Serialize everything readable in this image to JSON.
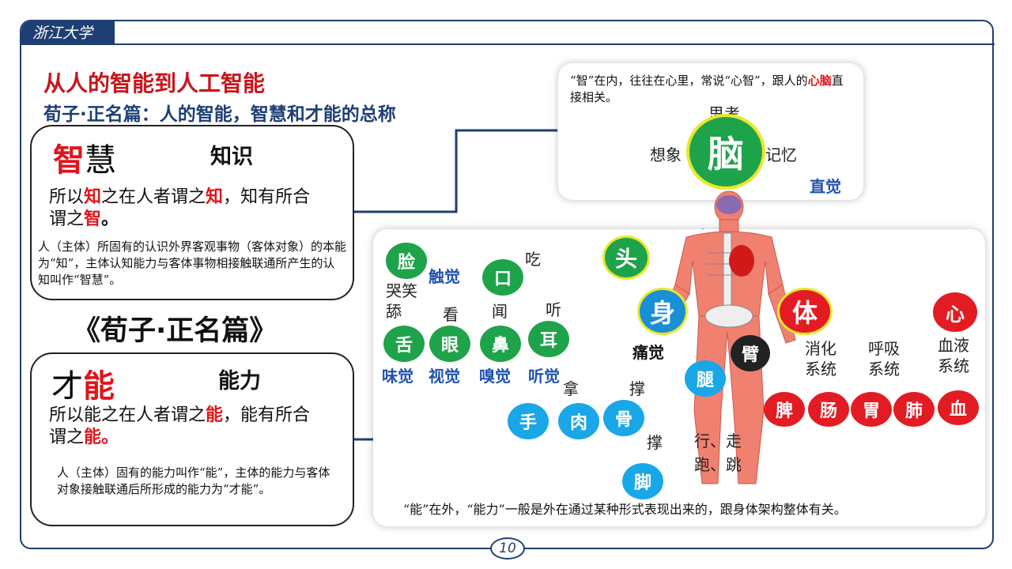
{
  "logo_text": "浙江大学",
  "title": "从人的智能到人工智能",
  "subtitle": "荀子·正名篇：人的智能，智慧和才能的总称",
  "wisdom_box": {
    "head_red": "智",
    "head_rest": "慧",
    "label": "知识",
    "quote": {
      "p1": "所以",
      "p2": "知",
      "p3": "之在人者谓之",
      "p4": "知",
      "p5": "，知有所合",
      "p6": "谓之",
      "p7": "智",
      "p8": "。"
    },
    "desc": "人（主体）所固有的认识外界客观事物（客体对象）的本能为“知”，主体认知能力与客体事物相接触联通所产生的认知叫作“智慧”。"
  },
  "book_title": "《荀子·正名篇》",
  "ability_box": {
    "head_rest": "才",
    "head_red": "能",
    "label": "能力",
    "quote": {
      "p1": "所以能之在人者谓之",
      "p2": "能",
      "p3": "，能有所合",
      "p4": "谓之",
      "p5": "能。"
    },
    "desc": "人（主体）固有的能力叫作“能”，主体的能力与客体对象接触联通后所形成的能力为“才能”。"
  },
  "brain_panel": {
    "note": {
      "p1": "“智”在内，往往在心里，常说“心智”，跟人的",
      "p2": "心脑",
      "p3": "直接相关。"
    },
    "brain": "脑",
    "think": "思考",
    "imagine": "想象",
    "memory": "记忆",
    "intuition": "直觉"
  },
  "body_panel": {
    "head": "头",
    "face": "脸",
    "mouth": "口",
    "tongue": "舌",
    "eye": "眼",
    "nose": "鼻",
    "ear": "耳",
    "touch": "触觉",
    "taste": "味觉",
    "sight": "视觉",
    "smell": "嗅觉",
    "hearing": "听觉",
    "eat": "吃",
    "cry_laugh": "哭笑",
    "lick": "舔",
    "look": "看",
    "smell_verb": "闻",
    "listen": "听",
    "body": "身",
    "pain": "痛觉",
    "hand": "手",
    "flesh": "肉",
    "bone": "骨",
    "foot": "脚",
    "arm": "臂",
    "leg": "腿",
    "take": "拿",
    "support1": "撑",
    "support2": "撑",
    "walk1": "行、走",
    "walk2": "跑、跳",
    "ti": "体",
    "heart": "心",
    "digestion": "消化\n系统",
    "respiration": "呼吸\n系统",
    "circulation": "血液\n系统",
    "spleen": "脾",
    "intestine": "肠",
    "stomach": "胃",
    "lung": "肺",
    "blood": "血",
    "note": "“能”在外，“能力”一般是外在通过某种形式表现出来的，跟身体架构整体有关。"
  },
  "page_number": "10"
}
